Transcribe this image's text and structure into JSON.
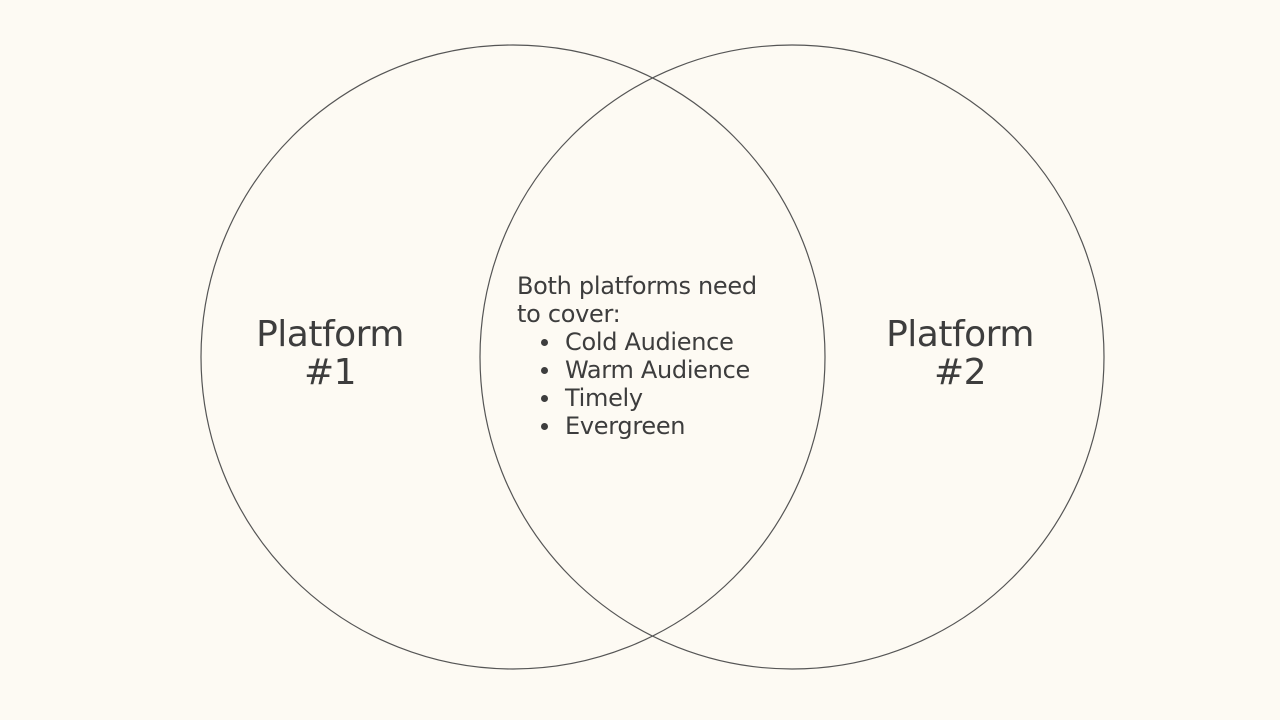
{
  "diagram": {
    "type": "venn",
    "colors": {
      "background": "#fdfaf3",
      "stroke": "#555555",
      "text": "#3d3d3d"
    },
    "sets": [
      {
        "id": "left",
        "label_line1": "Platform",
        "label_line2": "#1"
      },
      {
        "id": "right",
        "label_line1": "Platform",
        "label_line2": "#2"
      }
    ],
    "overlap": {
      "heading_line1": "Both platforms need",
      "heading_line2": "to cover:",
      "items": [
        "Cold Audience",
        "Warm Audience",
        "Timely",
        "Evergreen"
      ]
    }
  }
}
